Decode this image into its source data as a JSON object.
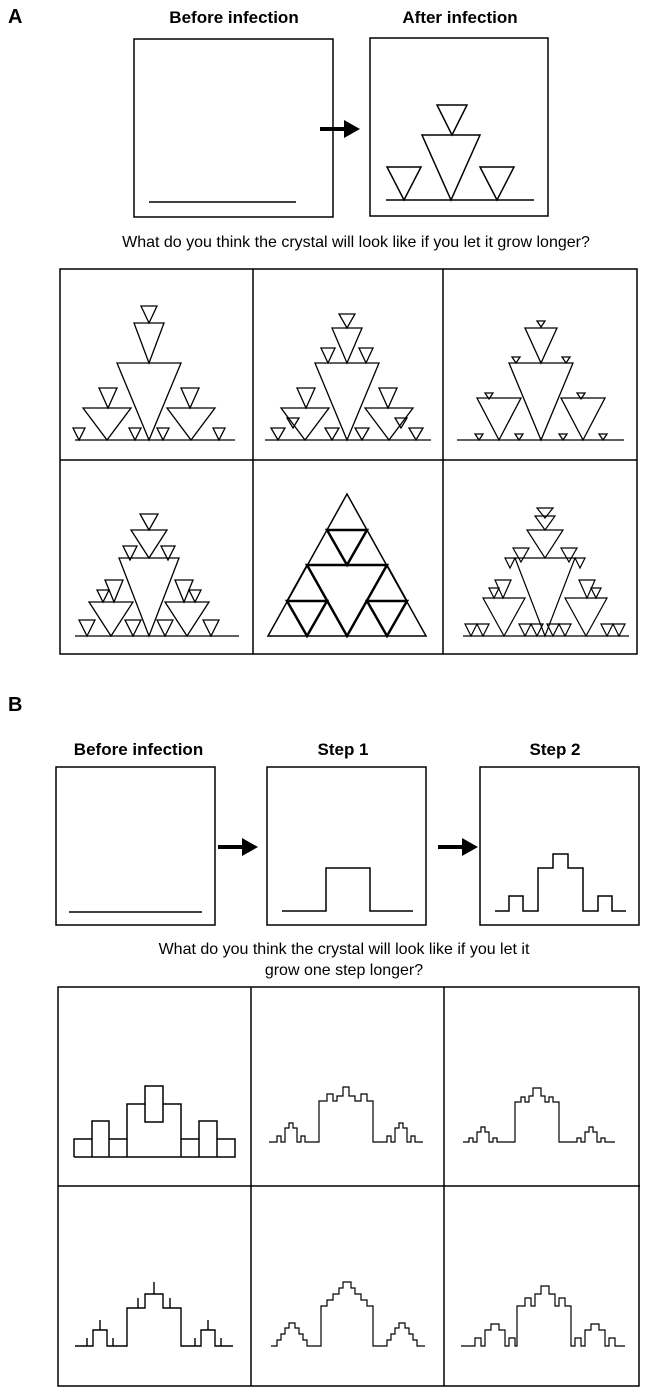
{
  "section_a": {
    "letter": "A",
    "before_title": "Before infection",
    "after_title": "After infection",
    "question": "What do you think the crystal will look like if you let it grow longer?"
  },
  "section_b": {
    "letter": "B",
    "before_title": "Before infection",
    "step1_title": "Step 1",
    "step2_title": "Step 2",
    "question_line1": "What do you think the crystal will look like if you let it",
    "question_line2": "grow one step longer?"
  },
  "colors": {
    "stroke": "#000000",
    "background": "#ffffff"
  },
  "icons": {
    "arrow": "right-arrow-icon"
  }
}
